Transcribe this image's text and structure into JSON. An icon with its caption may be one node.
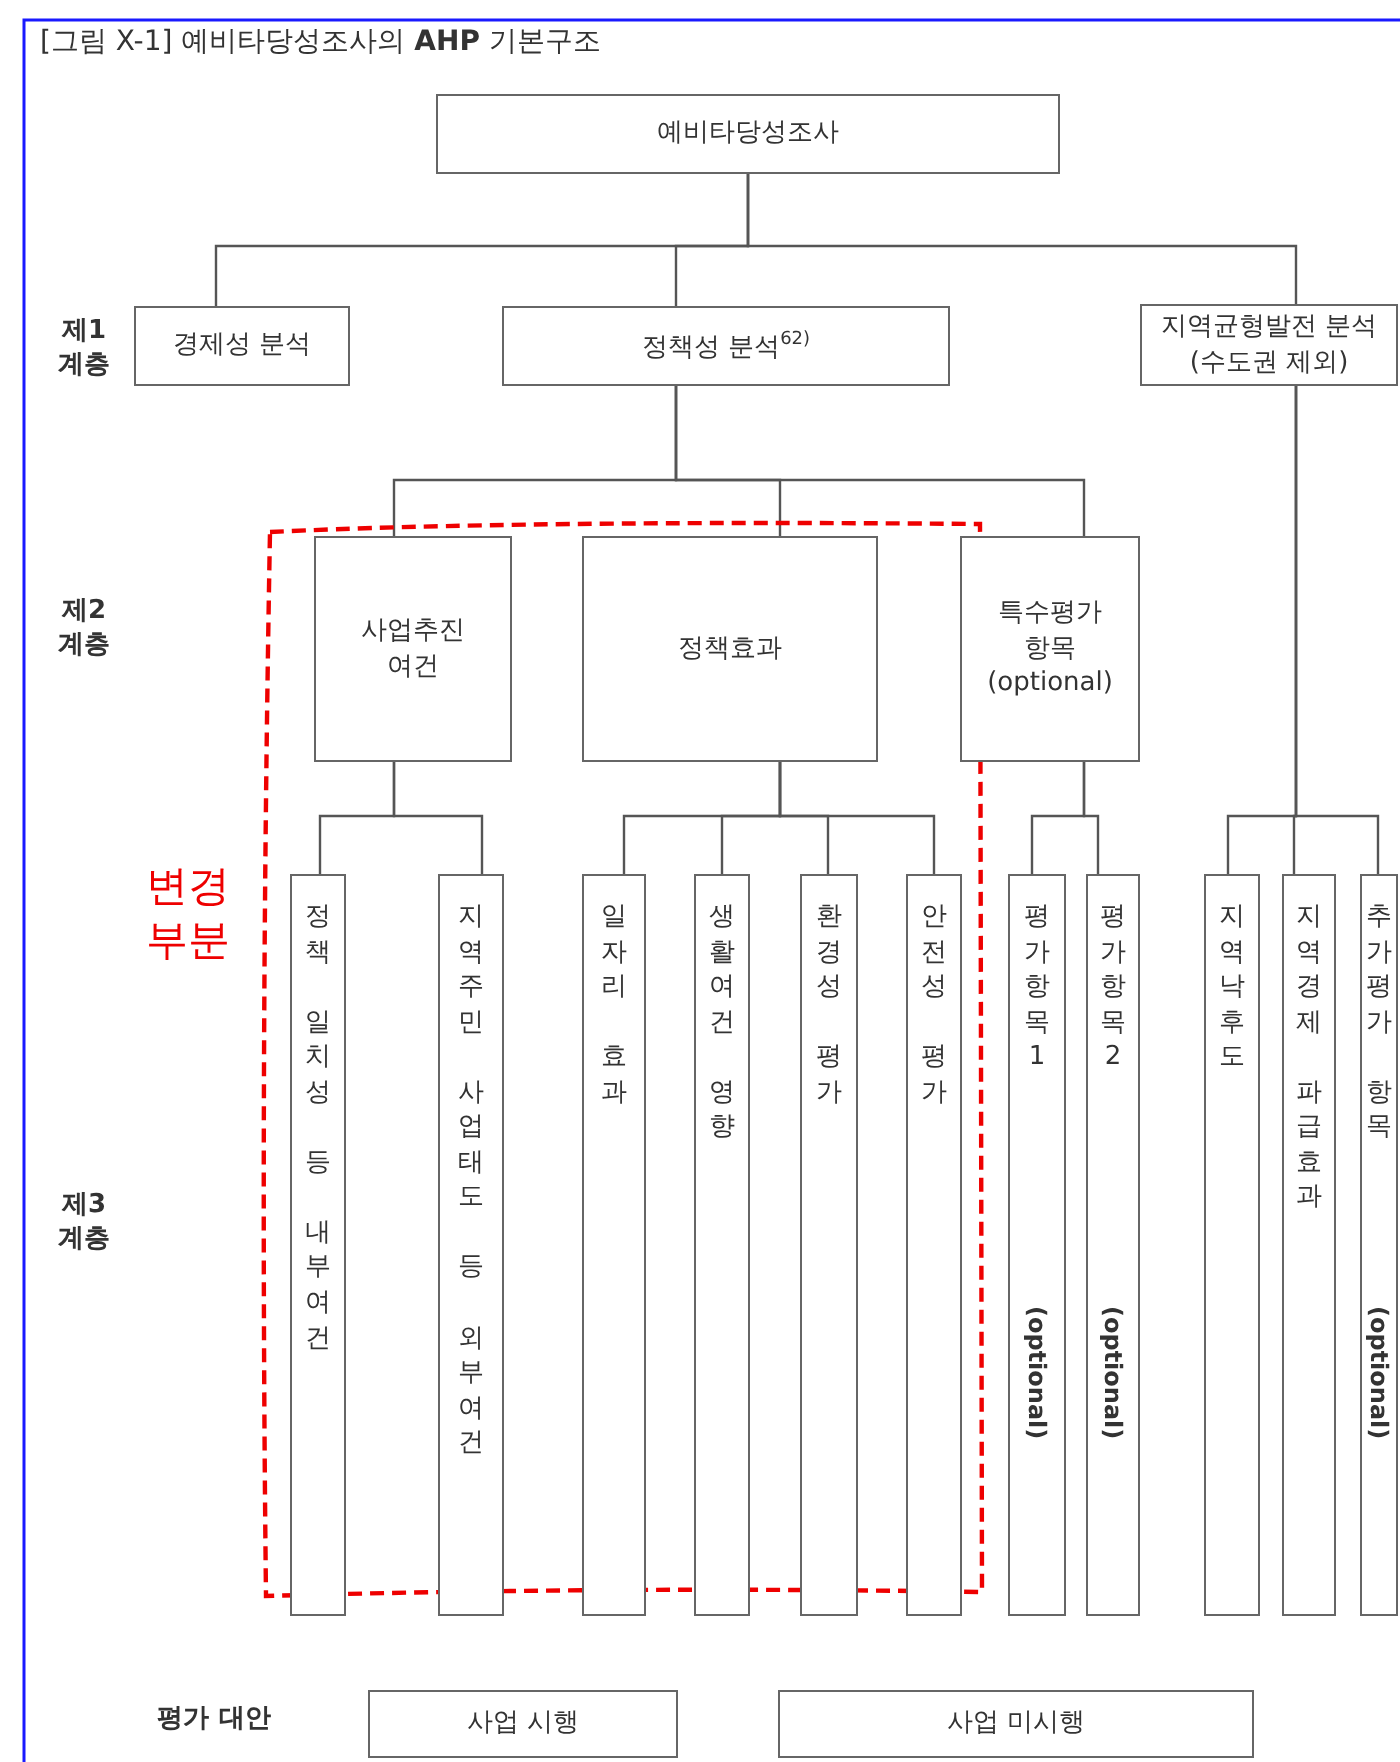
{
  "diagram": {
    "title": "[그림 X-1] 예비타당성조사의 **AHP** 기본구조",
    "nodes": [
      {
        "text": [
          "예비타당성조사"
        ]
      },
      {
        "text": [
          "경제성 분석"
        ]
      },
      {
        "text": [
          "정책성 분석$^{62)}$"
        ]
      },
      {
        "text": [
          "지역균형발전 분석 (수도권 제외)"
        ]
      },
      {
        "text": [
          "변경 부분"
        ]
      },
      {
        "text": [
          "사업추진 여건"
        ],
        "in": 4
      },
      {
        "text": [
          "정책효과"
        ],
        "in": 4
      },
      {
        "text": [
          "특수평가 항목 (optional)"
        ]
      },
      {
        "text": [
          "정책 일치성 등 내부여건"
        ],
        "in": 4
      },
      {
        "text": [
          "지역주민 사업태도 등 외부여건"
        ],
        "in": 4
      },
      {
        "text": [
          "일자리 효과"
        ],
        "in": 4
      },
      {
        "text": [
          "생활여건 영향"
        ],
        "in": 4
      },
      {
        "text": [
          "환경성 평가"
        ],
        "in": 4
      },
      {
        "text": [
          "안전성 평가"
        ],
        "in": 4
      },
      {
        "text": [
          "평가항목1",
          "(optional)"
        ]
      },
      {
        "text": [
          "평가항목2",
          "(optional)"
        ]
      },
      {
        "text": [
          "지역낙후도"
        ]
      },
      {
        "text": [
          "지역경제 파급효과"
        ]
      },
      {
        "text": [
          "추가평가 항목",
          "(optional)"
        ]
      },
      {
        "text": [
          "사업 시행"
        ]
      },
      {
        "text": [
          "사업 미시행"
        ]
      }
    ],
    "edges": [
      {
        "from": 0,
        "to": 1,
        "arrow": "none"
      },
      {
        "from": 0,
        "to": 2,
        "arrow": "none"
      },
      {
        "from": 0,
        "to": 3,
        "arrow": "none"
      },
      {
        "from": 2,
        "to": 5,
        "arrow": "none"
      },
      {
        "from": 2,
        "to": 6,
        "arrow": "none"
      },
      {
        "from": 2,
        "to": 7,
        "arrow": "none"
      },
      {
        "from": 5,
        "to": 8,
        "arrow": "none"
      },
      {
        "from": 5,
        "to": 9,
        "arrow": "none"
      },
      {
        "from": 6,
        "to": 10,
        "arrow": "none"
      },
      {
        "from": 6,
        "to": 11,
        "arrow": "none"
      },
      {
        "from": 6,
        "to": 12,
        "arrow": "none"
      },
      {
        "from": 6,
        "to": 13,
        "arrow": "none"
      },
      {
        "from": 7,
        "to": 14,
        "arrow": "none"
      },
      {
        "from": 7,
        "to": 15,
        "arrow": "none"
      },
      {
        "from": 3,
        "to": 16,
        "arrow": "none"
      },
      {
        "from": 3,
        "to": 17,
        "arrow": "none"
      },
      {
        "from": 3,
        "to": 18,
        "arrow": "none"
      }
    ],
    "labels": [
      "제1 계층",
      "제2 계층",
      "제3 계층",
      "평가 대안"
    ]
  }
}
